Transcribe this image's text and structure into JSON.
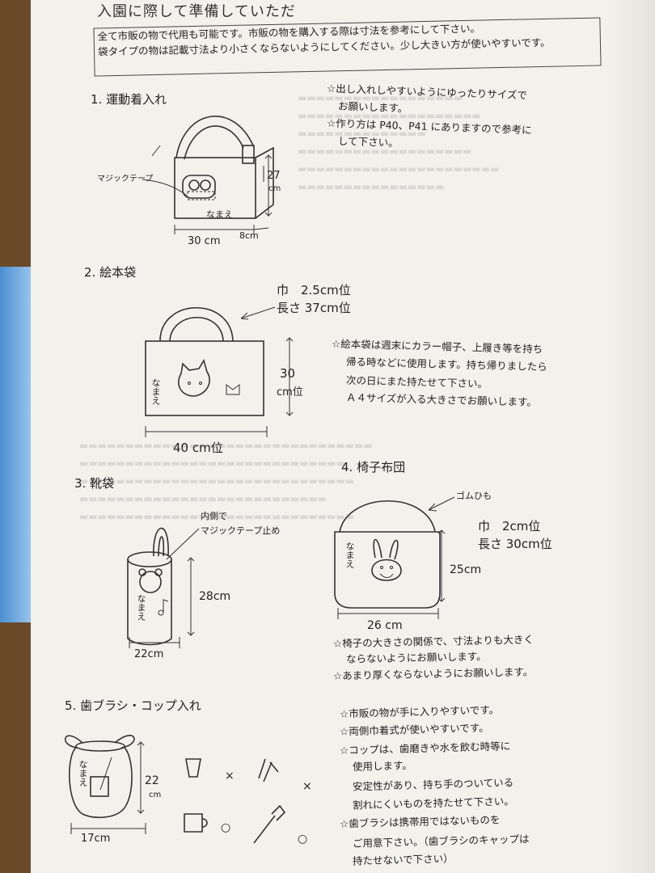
{
  "doc": {
    "title": "入園に際して準備していただ",
    "notice_line1": "全て市販の物で代用も可能です。市販の物を購入する際は寸法を参考にして下さい。",
    "notice_line2": "袋タイプの物は記載寸法より小さくならないようにしてください。少し大きい方が使いやすいです。"
  },
  "items": {
    "gym": {
      "heading": "1. 運動着入れ",
      "label_magic": "マジックテープ",
      "label_name": "なまえ",
      "dim_h_num": "27",
      "dim_h_unit": "cm",
      "dim_w": "30 cm",
      "dim_d": "8cm",
      "note1": "☆出し入れしやすいようにゆったりサイズで",
      "note2": "お願いします。",
      "note3": "☆作り方は P40、P41 にありますので参考に",
      "note4": "して下さい。"
    },
    "book": {
      "heading": "2. 絵本袋",
      "handle_w": "巾　2.5cm位",
      "handle_l": "長さ 37cm位",
      "dim_h_num": "30",
      "dim_h_unit": "cm位",
      "dim_w": "40 cm位",
      "label_name": "なまえ",
      "note1": "☆絵本袋は週末にカラー帽子、上履き等を持ち",
      "note2": "帰る時などに使用します。持ち帰りましたら",
      "note3": "次の日にまた持たせて下さい。",
      "note4": "Ａ４サイズが入る大きさでお願いします。"
    },
    "shoe": {
      "heading": "3. 靴袋",
      "label_inside1": "内側で",
      "label_inside2": "マジックテープ止め",
      "label_name": "なまえ",
      "dim_h": "28cm",
      "dim_w": "22cm"
    },
    "chair": {
      "heading": "4. 椅子布団",
      "label_band": "ゴムひも",
      "band_w": "巾　2cm位",
      "band_l": "長さ 30cm位",
      "label_name": "なまえ",
      "dim_h": "25cm",
      "dim_w": "26 cm",
      "note1": "☆椅子の大きさの関係で、寸法よりも大きく",
      "note2": "ならないようにお願いします。",
      "note3": "☆あまり厚くならないようにお願いします。"
    },
    "tooth": {
      "heading": "5. 歯ブラシ・コップ入れ",
      "label_name": "なまえ",
      "dim_h_num": "22",
      "dim_h_unit": "cm",
      "dim_w": "17cm",
      "mark_x": "×",
      "mark_o": "○",
      "note1": "☆市販の物が手に入りやすいです。",
      "note2": "☆両側巾着式が使いやすいです。",
      "note3": "☆コップは、歯磨きや水を飲む時等に",
      "note4": "使用します。",
      "note5": "安定性があり、持ち手のついている",
      "note6": "割れにくいものを持たせて下さい。",
      "note7": "☆歯ブラシは携帯用ではないものを",
      "note8": "ご用意下さい。（歯ブラシのキャップは",
      "note9": "持たせないで下さい）"
    }
  }
}
